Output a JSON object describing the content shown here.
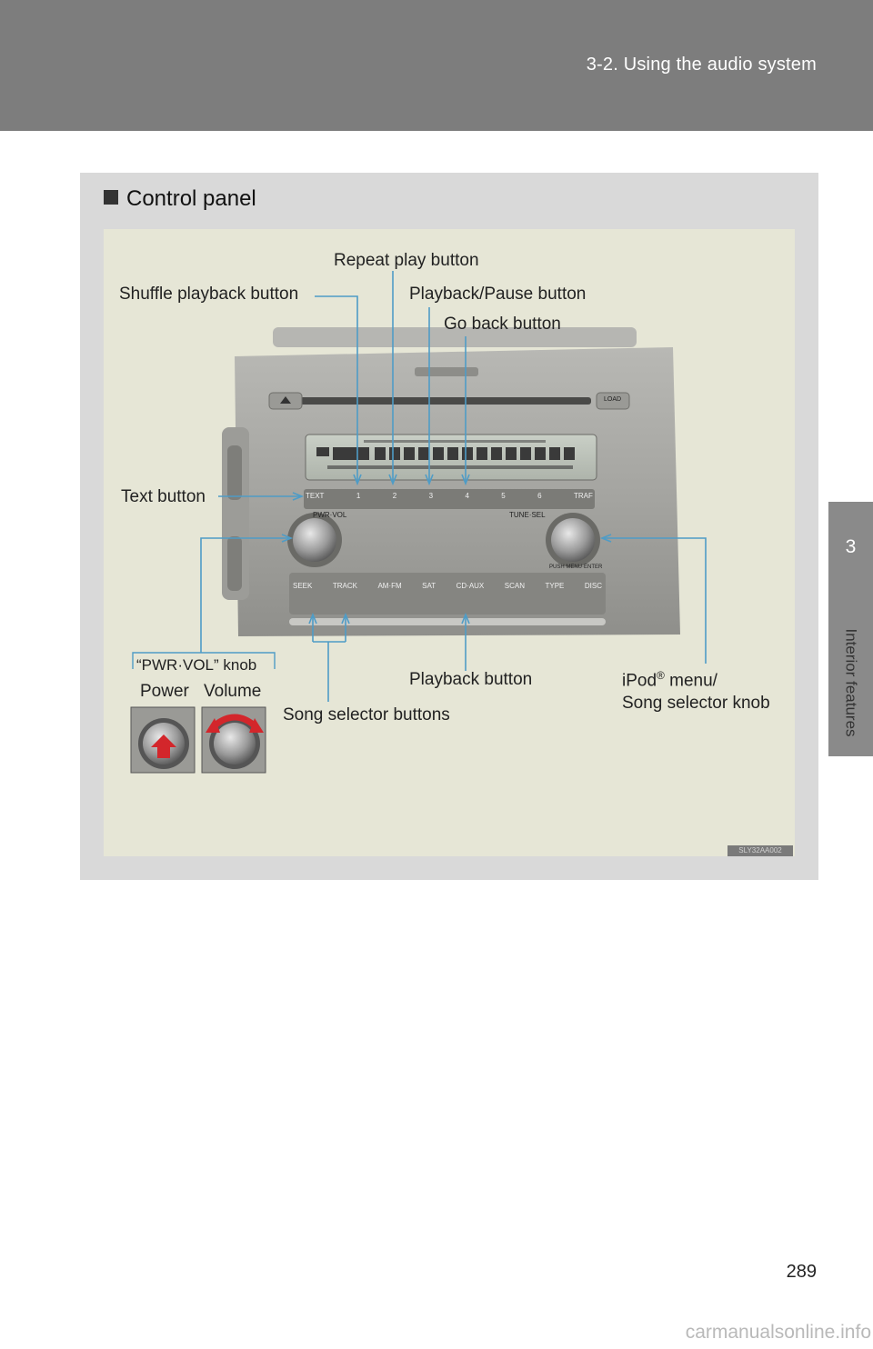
{
  "header": {
    "title": "3-2. Using the audio system"
  },
  "side_tab": {
    "number": "3",
    "label": "Interior features"
  },
  "section": {
    "title": "Control panel"
  },
  "labels": {
    "repeat_play": "Repeat play button",
    "shuffle_playback": "Shuffle playback button",
    "playback_pause": "Playback/Pause button",
    "go_back": "Go back button",
    "text": "Text button",
    "pwr_vol_knob": "“PWR·VOL” knob",
    "power": "Power",
    "volume": "Volume",
    "playback": "Playback button",
    "song_selector_buttons": "Song selector buttons",
    "ipod_menu_line1": "iPod",
    "ipod_registered": "®",
    "ipod_menu_line1_rest": " menu/",
    "ipod_menu_line2": "Song selector knob"
  },
  "radio": {
    "pwr_vol": "PWR·VOL",
    "tune_sel": "TUNE·SEL",
    "push_menu": "PUSH MENU·ENTER",
    "load": "LOAD",
    "preset_buttons": [
      "TEXT",
      "1",
      "2",
      "3",
      "4",
      "5",
      "6",
      "TRAF"
    ],
    "bottom_buttons": [
      "SEEK",
      "TRACK",
      "AM·FM",
      "SAT",
      "CD·AUX",
      "SCAN",
      "TYPE",
      "DISC"
    ]
  },
  "figure_code": "SLY32AA002",
  "page_number": "289",
  "footer": "carmanualsonline.info",
  "colors": {
    "leader_line": "#4f9cc6",
    "header_bg": "#7d7d7d",
    "illustration_bg": "#e6e6d6"
  }
}
